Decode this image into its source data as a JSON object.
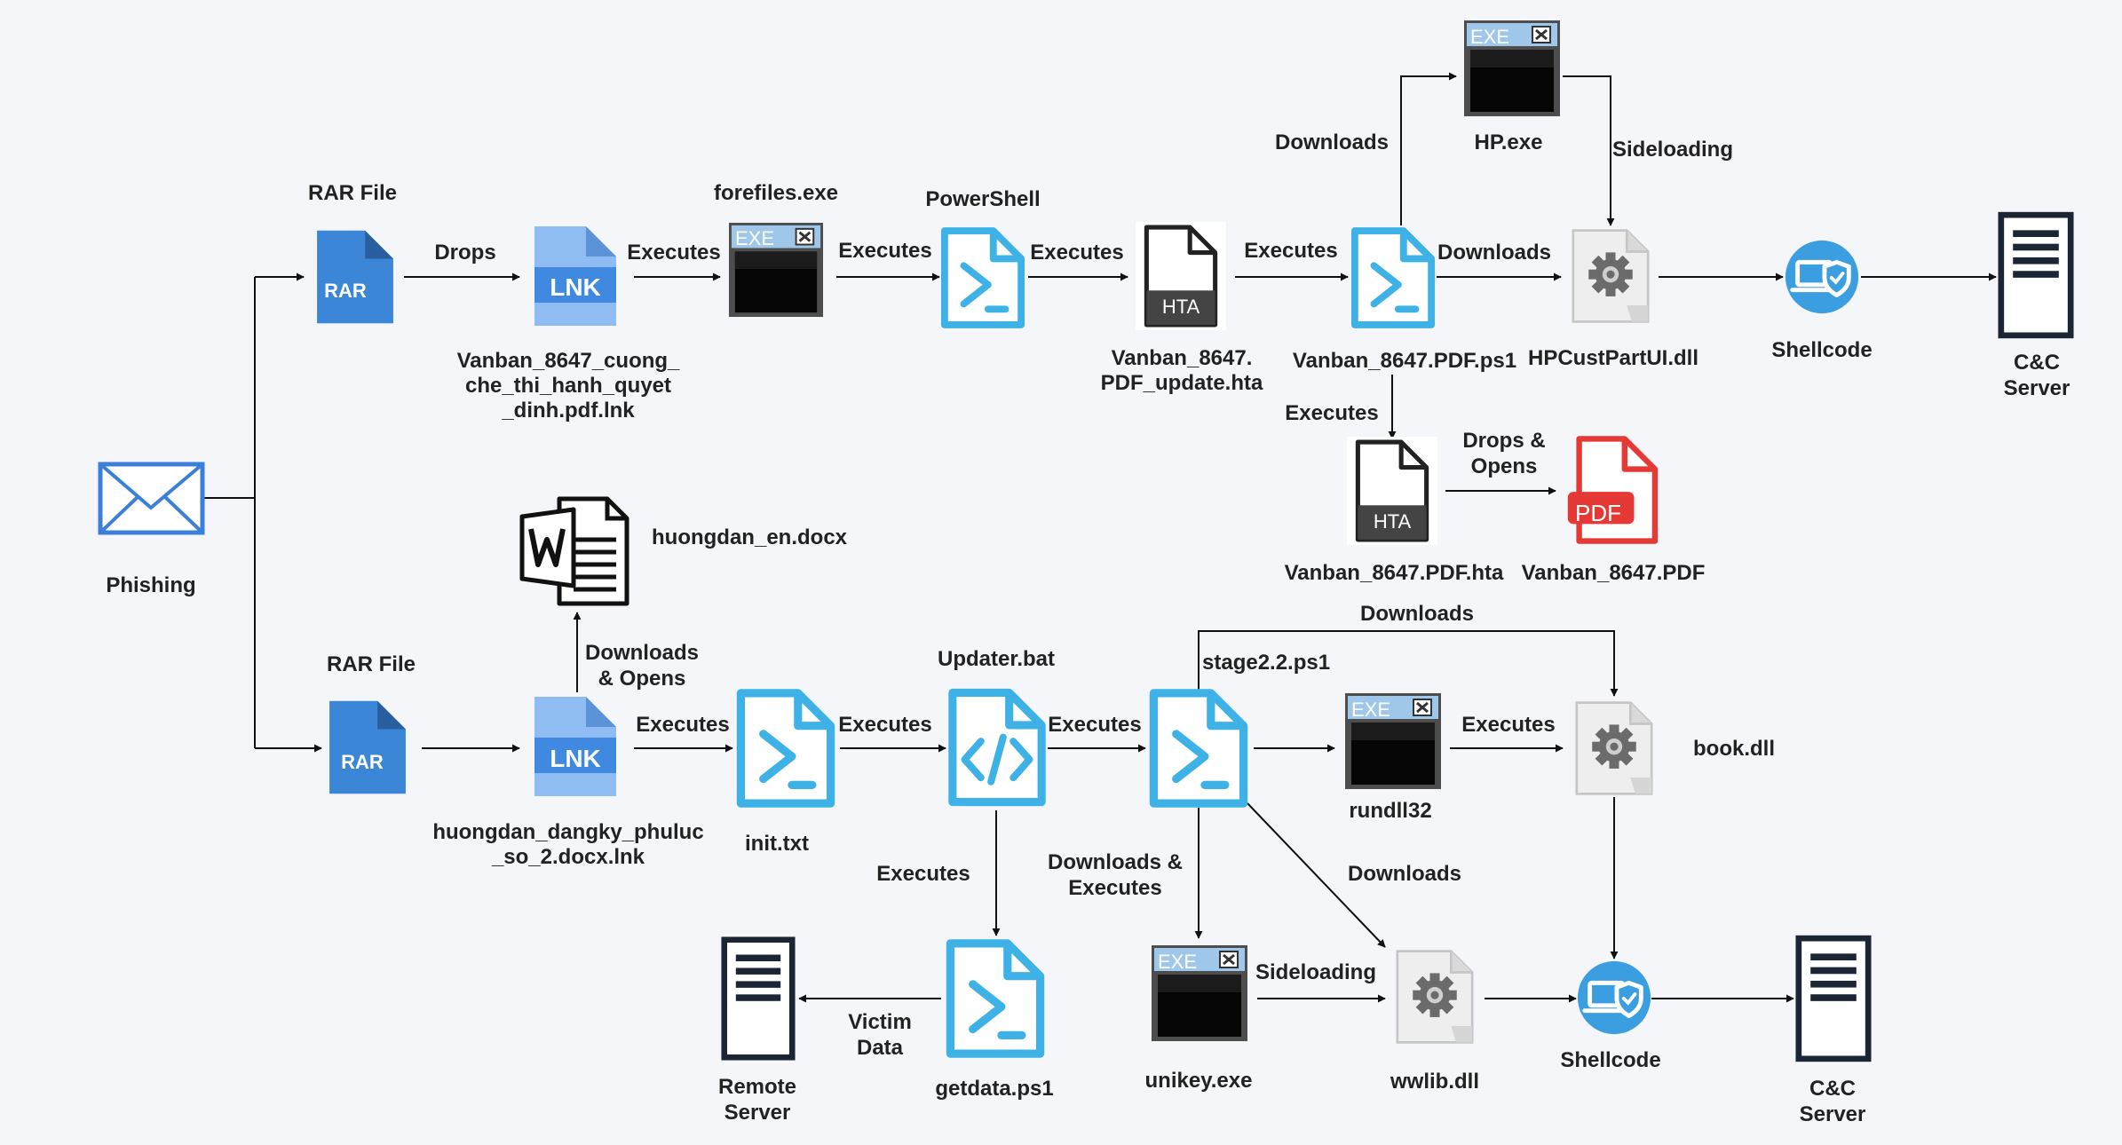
{
  "colors": {
    "background": "#f5f6fa",
    "file_blue": "#3b86d6",
    "lnk_blue": "#3f8ae0",
    "lnk_light": "#8fbcf3",
    "powershell_blue": "#3eb2e6",
    "pdf_red": "#e53935",
    "shellcode_blue": "#3b9ee0",
    "arrow": "#111111",
    "mail_blue": "#3b7fd9"
  },
  "icons": {
    "phishing": "mail-envelope-icon",
    "rar": "rar-file-icon",
    "lnk": "lnk-file-icon",
    "exe": "exe-window-icon",
    "powershell": "powershell-script-icon",
    "hta": "hta-file-icon",
    "dll": "dll-gear-file-icon",
    "shellcode": "shield-laptop-icon",
    "server": "server-icon",
    "pdf": "pdf-file-icon",
    "docx": "word-document-icon",
    "bat": "batch-code-icon"
  },
  "nodes": {
    "phishing": "Phishing",
    "rar_top": "RAR File",
    "rar_bottom": "RAR File",
    "rar_tag": "RAR",
    "lnk_tag": "LNK",
    "exe_tag": "EXE",
    "hta_tag": "HTA",
    "pdf_tag": "PDF",
    "lnk_top_1": "Vanban_8647_cuong_",
    "lnk_top_2": "che_thi_hanh_quyet",
    "lnk_top_3": "_dinh.pdf.lnk",
    "forefiles": "forefiles.exe",
    "powershell": "PowerShell",
    "hta_update_1": "Vanban_8647.",
    "hta_update_2": "PDF_update.hta",
    "ps1_main": "Vanban_8647.PDF.ps1",
    "hp_exe": "HP.exe",
    "hpcust": "HPCustPartUI.dll",
    "shellcode_top": "Shellcode",
    "cc_top_1": "C&C",
    "cc_top_2": "Server",
    "hta_pdf": "Vanban_8647.PDF.hta",
    "pdf_file": "Vanban_8647.PDF",
    "docx": "huongdan_en.docx",
    "lnk_bottom_1": "huongdan_dangky_phuluc",
    "lnk_bottom_2": "_so_2.docx.lnk",
    "init": "init.txt",
    "updater": "Updater.bat",
    "stage2": "stage2.2.ps1",
    "rundll": "rundll32",
    "book": "book.dll",
    "getdata": "getdata.ps1",
    "remote_1": "Remote",
    "remote_2": "Server",
    "unikey": "unikey.exe",
    "wwlib": "wwlib.dll",
    "shellcode_bottom": "Shellcode",
    "cc_bottom_1": "C&C",
    "cc_bottom_2": "Server"
  },
  "edges": {
    "drops": "Drops",
    "executes_lnk": "Executes",
    "executes_fore": "Executes",
    "executes_ps": "Executes",
    "executes_hta": "Executes",
    "downloads_hp": "Downloads",
    "downloads_dll": "Downloads",
    "sideloading_top": "Sideloading",
    "executes_hta2": "Executes",
    "drops_opens_1": "Drops &",
    "drops_opens_2": "Opens",
    "downloads_opens_1": "Downloads",
    "downloads_opens_2": "& Opens",
    "executes_init": "Executes",
    "executes_bat": "Executes",
    "executes_stage2": "Executes",
    "downloads_book": "Downloads",
    "executes_rundll": "Executes",
    "executes_getdata": "Executes",
    "downloads_executes_1": "Downloads &",
    "downloads_executes_2": "Executes",
    "downloads_wwlib": "Downloads",
    "sideloading_bottom": "Sideloading",
    "victim_data_1": "Victim",
    "victim_data_2": "Data"
  }
}
